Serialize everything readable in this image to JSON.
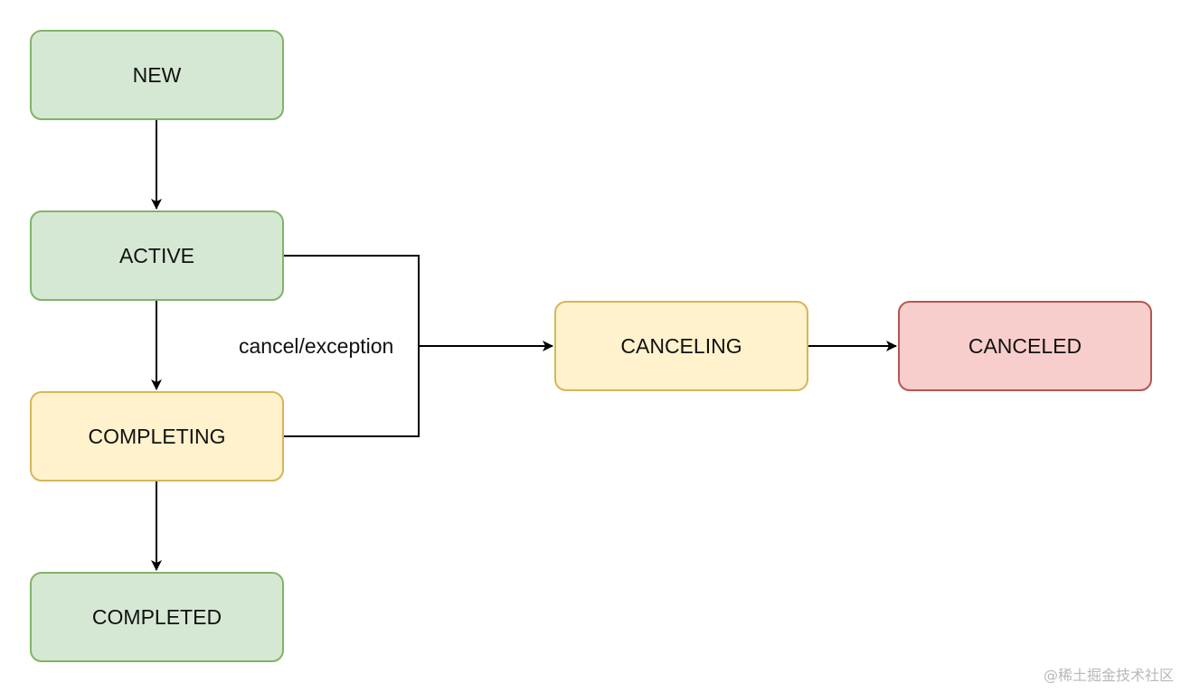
{
  "diagram": {
    "nodes": [
      {
        "id": "new",
        "label": "NEW",
        "fill": "#d5e8d4",
        "stroke": "#82b366"
      },
      {
        "id": "active",
        "label": "ACTIVE",
        "fill": "#d5e8d4",
        "stroke": "#82b366"
      },
      {
        "id": "completing",
        "label": "COMPLETING",
        "fill": "#fff2cc",
        "stroke": "#d6b656"
      },
      {
        "id": "completed",
        "label": "COMPLETED",
        "fill": "#d5e8d4",
        "stroke": "#82b366"
      },
      {
        "id": "canceling",
        "label": "CANCELING",
        "fill": "#fff2cc",
        "stroke": "#d6b656"
      },
      {
        "id": "canceled",
        "label": "CANCELED",
        "fill": "#f8cecc",
        "stroke": "#b85450"
      }
    ],
    "edges": [
      {
        "from": "new",
        "to": "active"
      },
      {
        "from": "active",
        "to": "completing"
      },
      {
        "from": "completing",
        "to": "completed"
      },
      {
        "from": "active",
        "to": "canceling",
        "label": "cancel/exception"
      },
      {
        "from": "completing",
        "to": "canceling",
        "label": "cancel/exception"
      },
      {
        "from": "canceling",
        "to": "canceled"
      }
    ],
    "edge_label": "cancel/exception"
  },
  "watermark": "@稀土掘金技术社区",
  "colors": {
    "edge": "#000000",
    "green_fill": "#d5e8d4",
    "green_stroke": "#82b366",
    "yellow_fill": "#fff2cc",
    "yellow_stroke": "#d6b656",
    "red_fill": "#f8cecc",
    "red_stroke": "#b85450"
  }
}
